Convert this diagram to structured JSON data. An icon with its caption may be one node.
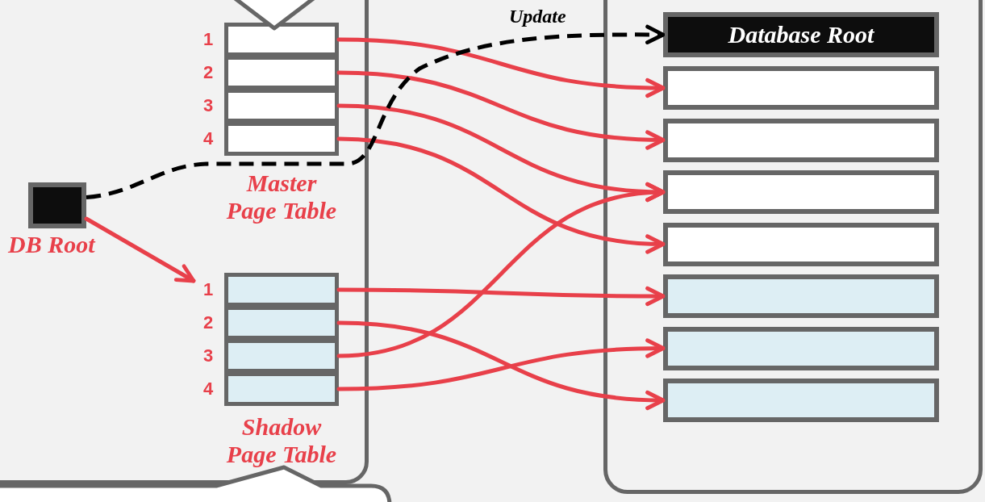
{
  "diagram": {
    "nodes": [
      {
        "text": [],
        "shape": "box"
      },
      {
        "text": [],
        "shape": "box"
      },
      {
        "text": [
          "Master Page Table"
        ],
        "in": 0
      },
      {
        "text": [],
        "shape": "box",
        "beside": [
          "1"
        ],
        "in": 2
      },
      {
        "text": [],
        "shape": "box",
        "beside": [
          "2"
        ],
        "in": 2
      },
      {
        "text": [],
        "shape": "box",
        "beside": [
          "3"
        ],
        "in": 2
      },
      {
        "text": [],
        "shape": "box",
        "beside": [
          "4"
        ],
        "in": 2
      },
      {
        "text": [
          "Shadow Page Table"
        ],
        "in": 0
      },
      {
        "text": [],
        "shape": "box",
        "beside": [
          "1"
        ],
        "in": 7
      },
      {
        "text": [],
        "shape": "box",
        "beside": [
          "2"
        ],
        "in": 7
      },
      {
        "text": [],
        "shape": "box",
        "beside": [
          "3"
        ],
        "in": 7
      },
      {
        "text": [],
        "shape": "box",
        "beside": [
          "4"
        ],
        "in": 7
      },
      {
        "text": [],
        "shape": "box",
        "beside": [
          "DB Root"
        ],
        "in": 0
      },
      {
        "text": [
          "Database Root"
        ],
        "in": 1
      },
      {
        "text": [],
        "shape": "box",
        "in": 1
      },
      {
        "text": [],
        "shape": "box",
        "in": 1
      },
      {
        "text": [],
        "shape": "box",
        "in": 1
      },
      {
        "text": [],
        "shape": "box",
        "in": 1
      },
      {
        "text": [],
        "shape": "box",
        "in": 1
      },
      {
        "text": [],
        "shape": "box",
        "in": 1
      },
      {
        "text": [],
        "shape": "box",
        "in": 1
      },
      {
        "text": [],
        "shape": "callout",
        "in": 0
      },
      {
        "text": [],
        "shape": "callout"
      }
    ],
    "edges": [
      {
        "from": 3,
        "to": 14,
        "arrow": "to"
      },
      {
        "from": 4,
        "to": 15,
        "arrow": "to"
      },
      {
        "from": 5,
        "to": 16,
        "arrow": "to"
      },
      {
        "from": 6,
        "to": 17,
        "arrow": "to"
      },
      {
        "from": 12,
        "to": 13,
        "arrow": "to",
        "label": "Update",
        "style": "dashed",
        "color": "#000000"
      },
      {
        "from": 12,
        "to": 7,
        "arrow": "to"
      },
      {
        "from": 8,
        "to": 18,
        "arrow": "to"
      },
      {
        "from": 9,
        "to": 20,
        "arrow": "to"
      },
      {
        "from": 10,
        "to": 16,
        "arrow": "to"
      },
      {
        "from": 11,
        "to": 19,
        "arrow": "to"
      }
    ]
  }
}
